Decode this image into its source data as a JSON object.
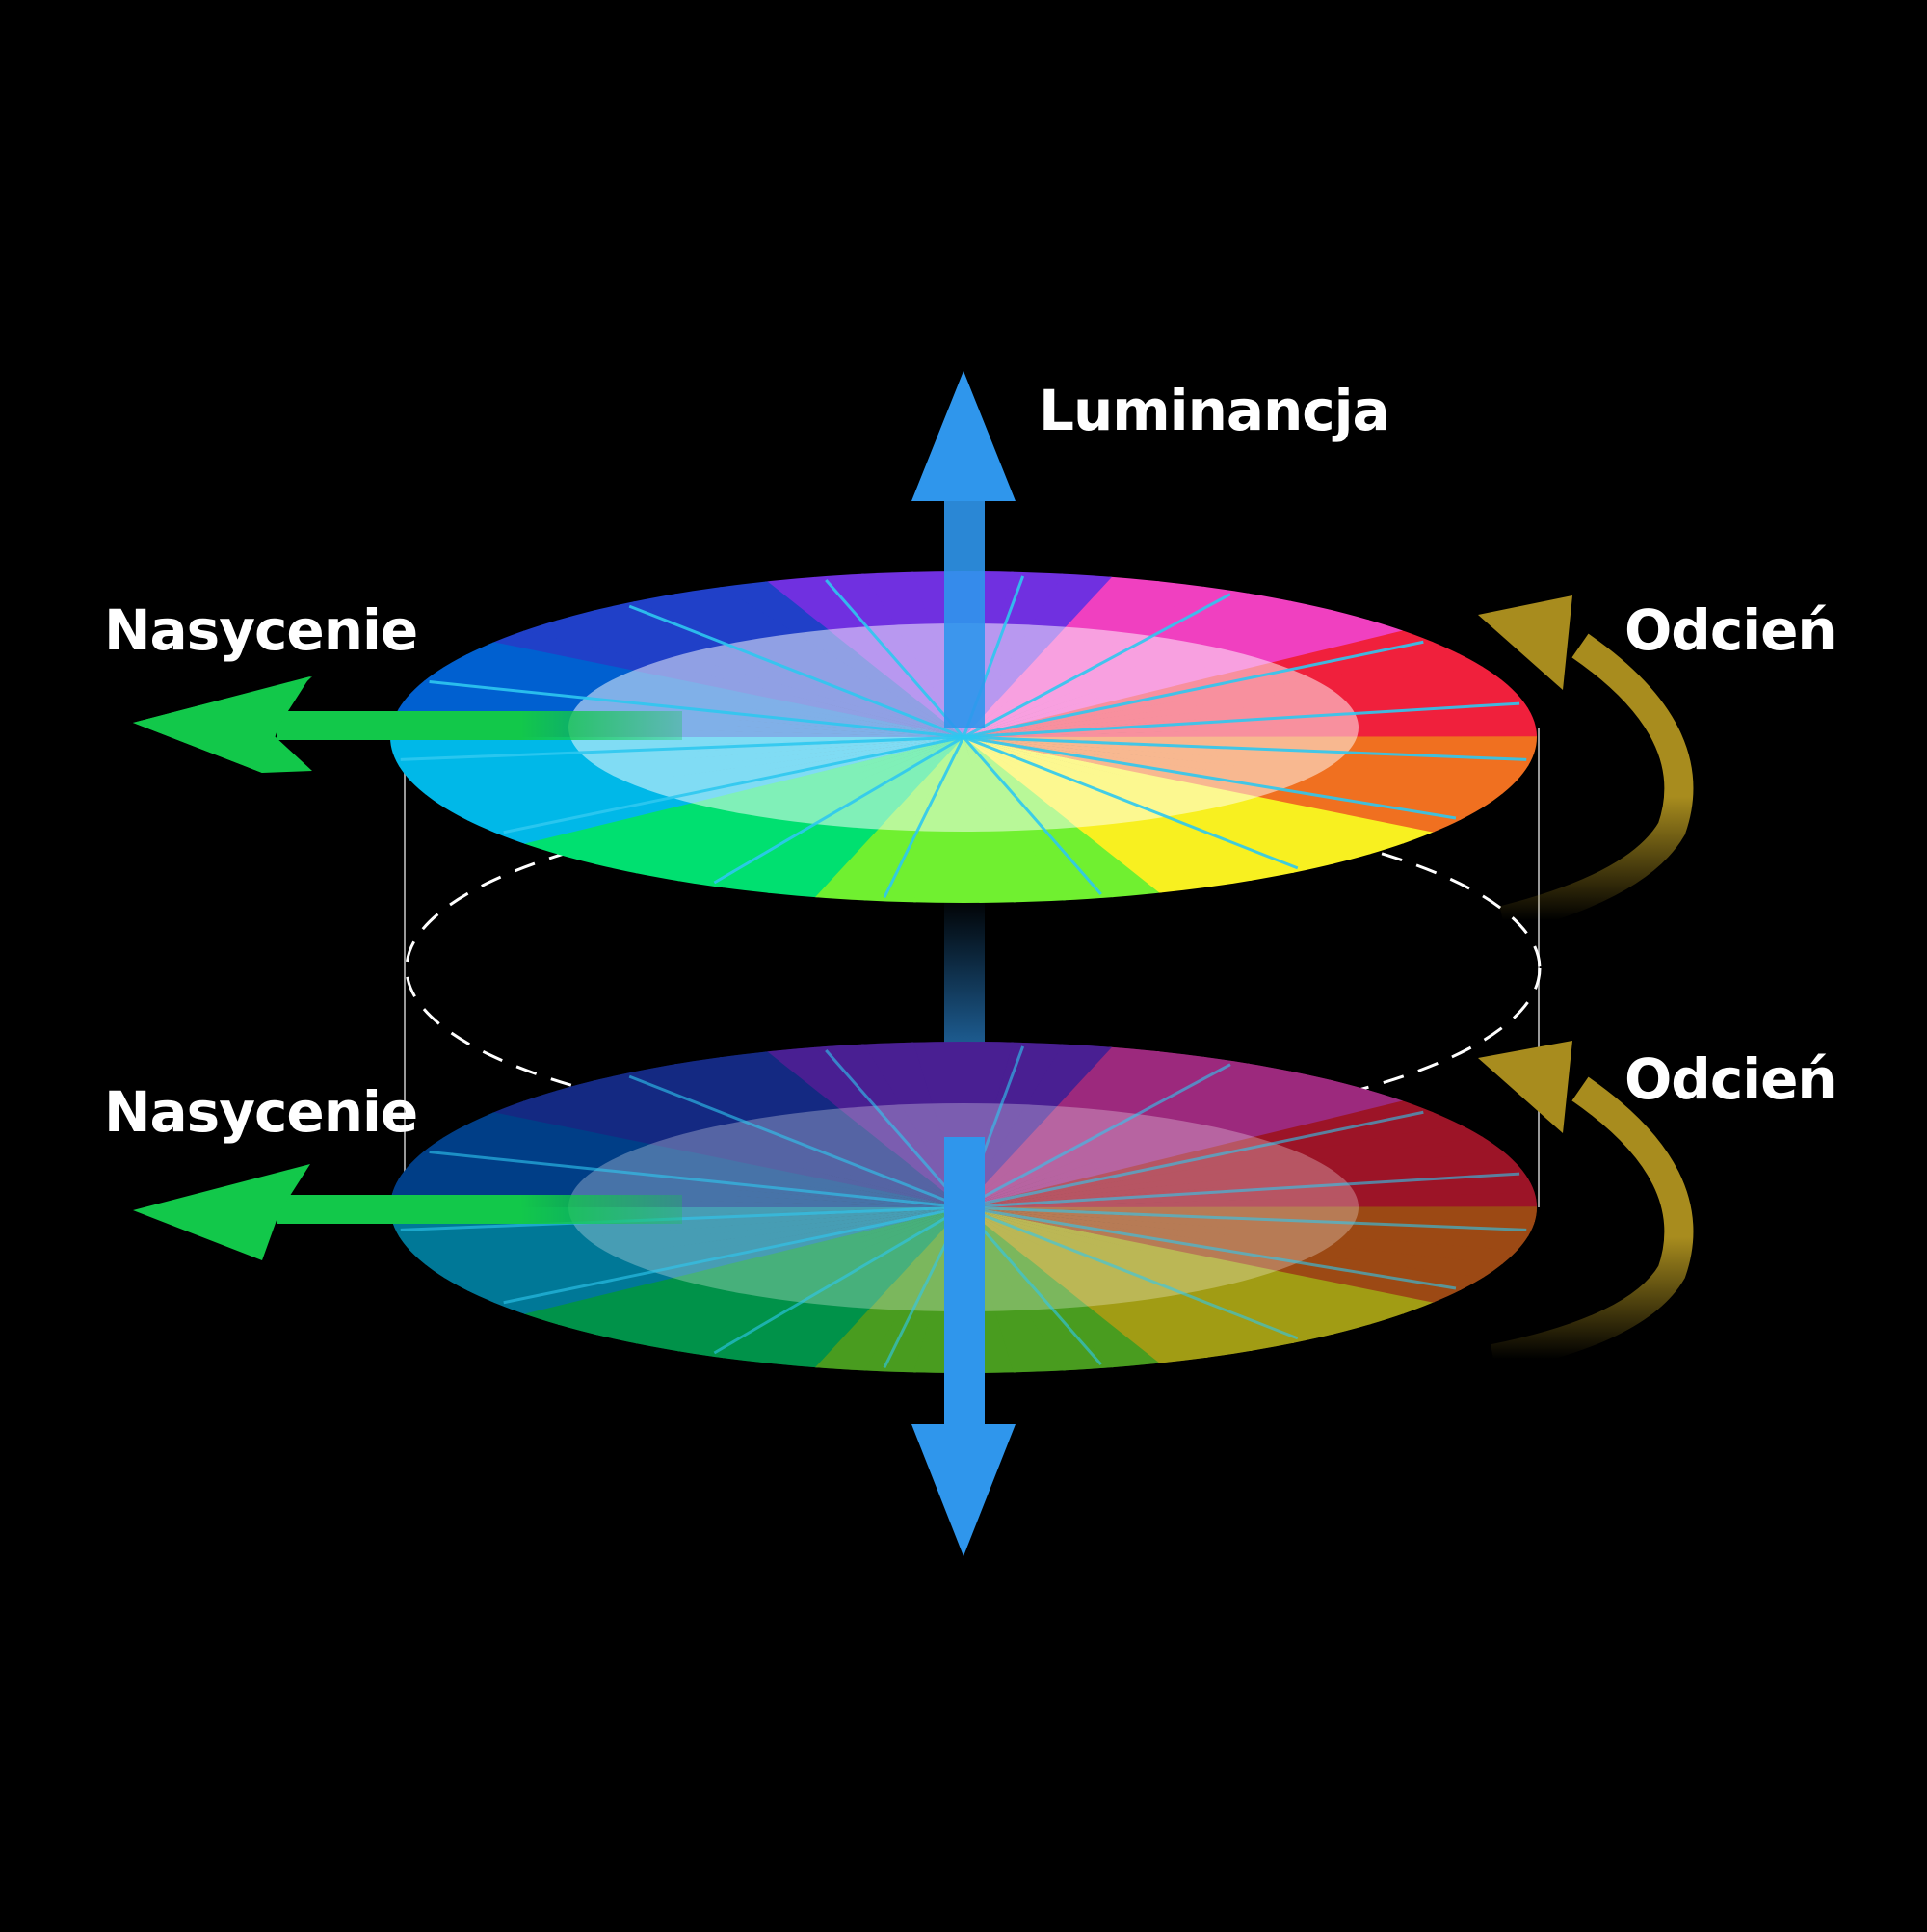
{
  "labels": {
    "luminance": "Luminancja",
    "saturation_top": "Nasycenie",
    "saturation_bottom": "Nasycenie",
    "hue_top": "Odcień",
    "hue_bottom": "Odcień"
  },
  "colors": {
    "background": "#000000",
    "luminance_axis": "#2f96ec",
    "saturation_arrow": "#12c84a",
    "hue_arrow": "#a88c1e",
    "spokes": "#2ec8f0",
    "wheel_hues": [
      "#f0203c",
      "#f040c0",
      "#7030e0",
      "#2040c8",
      "#0060d0",
      "#00b8e8",
      "#00e070",
      "#70f030",
      "#f8f020",
      "#f07020"
    ]
  }
}
